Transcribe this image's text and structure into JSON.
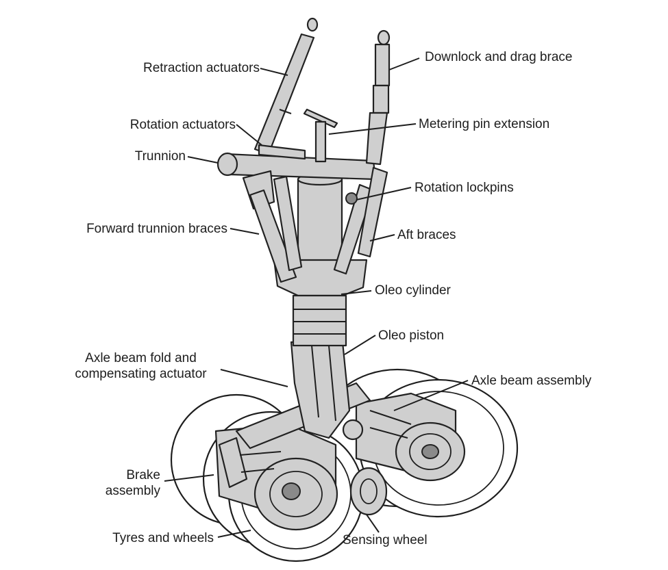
{
  "labels": {
    "retraction_actuators": "Retraction actuators",
    "downlock_drag_brace": "Downlock and drag brace",
    "rotation_actuators": "Rotation actuators",
    "metering_pin_extension": "Metering pin extension",
    "trunnion": "Trunnion",
    "rotation_lockpins": "Rotation lockpins",
    "forward_trunnion_braces": "Forward trunnion braces",
    "aft_braces": "Aft braces",
    "oleo_cylinder": "Oleo cylinder",
    "oleo_piston": "Oleo piston",
    "axle_beam_fold_line1": "Axle beam fold and",
    "axle_beam_fold_line2": "compensating actuator",
    "axle_beam_assembly": "Axle beam assembly",
    "brake_assembly_line1": "Brake",
    "brake_assembly_line2": "assembly",
    "tyres_and_wheels": "Tyres and wheels",
    "sensing_wheel": "Sensing wheel"
  }
}
